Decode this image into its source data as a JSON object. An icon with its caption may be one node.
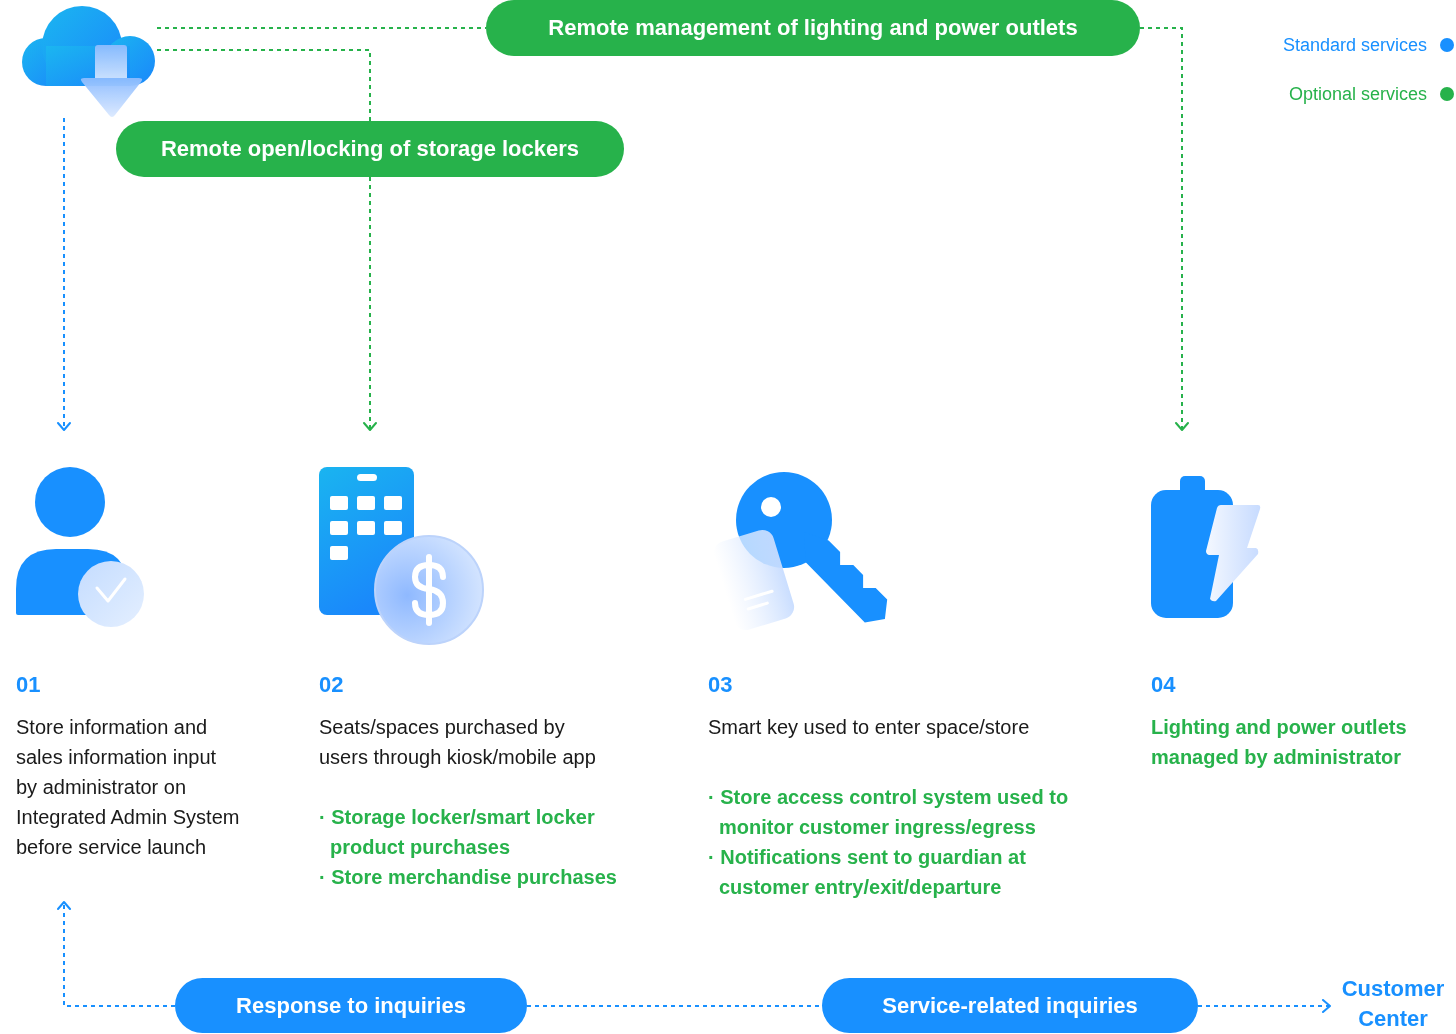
{
  "diagram": {
    "nodes": [
      {
        "text": [],
        "shape": "picture"
      },
      {
        "text": [
          "Remote management of lighting and power outlets"
        ]
      },
      {
        "text": [
          "Remote open/locking of storage lockers"
        ]
      },
      {
        "text": [
          "01",
          "Store information and sales information input by administrator on Integrated Admin System before service launch"
        ]
      },
      {
        "text": [
          "02",
          "Seats/spaces purchased by users through kiosk/mobile app",
          "· Storage locker/smart locker product purchases",
          "· Store merchandise purchases"
        ]
      },
      {
        "text": [
          "03",
          "Smart key used to enter space/store",
          "· Store access control system used to monitor customer ingress/egress",
          "· Notifications sent to guardian at customer entry/exit/departure"
        ]
      },
      {
        "text": [
          "04",
          "Lighting and power outlets managed by administrator"
        ]
      },
      {
        "text": [
          "Response to inquiries"
        ]
      },
      {
        "text": [
          "Service-related inquiries"
        ]
      },
      {
        "text": [
          "Customer Center"
        ]
      }
    ],
    "edges": [
      {
        "from": 0,
        "to": 3,
        "arrow": "to",
        "style": "dashed",
        "color": "#1890ff"
      },
      {
        "from": 0,
        "to": 1,
        "arrow": "none",
        "style": "dashed",
        "color": "#27b24b"
      },
      {
        "from": 1,
        "to": 6,
        "arrow": "to",
        "style": "dashed",
        "color": "#27b24b"
      },
      {
        "from": 0,
        "to": 2,
        "arrow": "none",
        "style": "dashed",
        "color": "#27b24b"
      },
      {
        "from": 2,
        "to": 4,
        "arrow": "to",
        "style": "dashed",
        "color": "#27b24b"
      },
      {
        "from": 7,
        "to": 3,
        "arrow": "to",
        "style": "dashed",
        "color": "#1890ff"
      },
      {
        "from": 7,
        "to": 8,
        "arrow": "none",
        "style": "dashed",
        "color": "#1890ff"
      },
      {
        "from": 8,
        "to": 9,
        "arrow": "to",
        "style": "dashed",
        "color": "#1890ff"
      }
    ],
    "legend": [
      {
        "text": "Standard services",
        "color": "#1890ff"
      },
      {
        "text": "Optional services",
        "color": "#27b24b"
      }
    ]
  }
}
